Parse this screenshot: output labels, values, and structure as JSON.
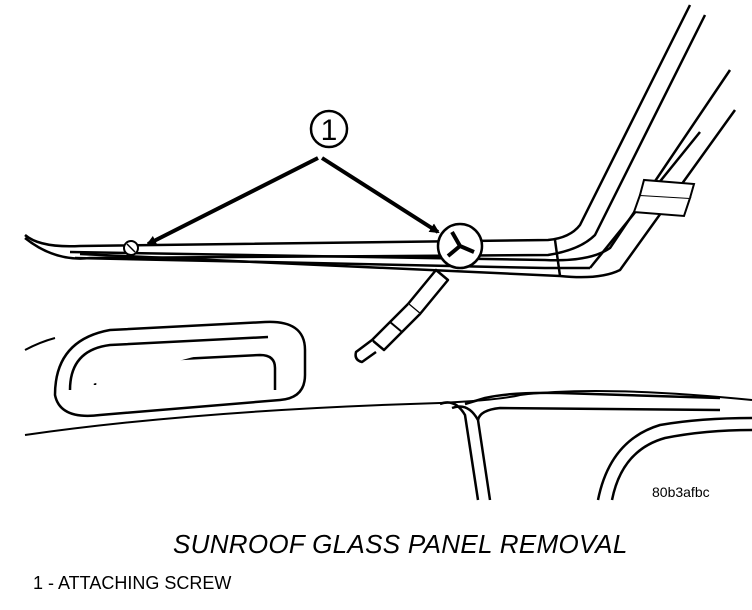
{
  "figure": {
    "callout_number": "1",
    "figure_code": "80b3afbc"
  },
  "caption": "SUNROOF GLASS PANEL REMOVAL",
  "legend": [
    {
      "number": "1",
      "text": "1 - ATTACHING SCREW"
    }
  ]
}
